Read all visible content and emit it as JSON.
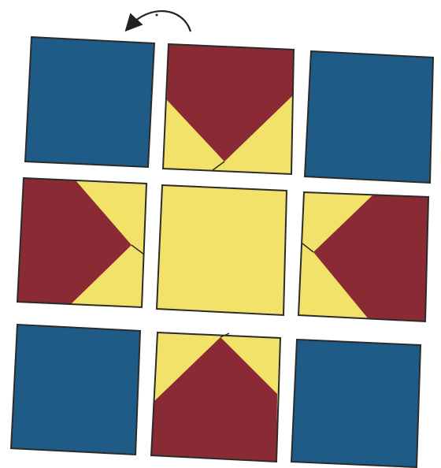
{
  "colors": {
    "background": "#ffffff",
    "blue": "#1e5b86",
    "maroon": "#8a2a34",
    "yellow": "#f2e26a",
    "outline": "#2b2b2b",
    "arrow": "#222222"
  },
  "diagram": {
    "grid": "3x3",
    "rotation_arrow": "counterclockwise-arrow",
    "tiles": [
      {
        "row": 1,
        "col": 1,
        "kind": "solid",
        "color": "blue"
      },
      {
        "row": 1,
        "col": 2,
        "kind": "flying-geese",
        "point": "down"
      },
      {
        "row": 1,
        "col": 3,
        "kind": "solid",
        "color": "blue"
      },
      {
        "row": 2,
        "col": 1,
        "kind": "flying-geese",
        "point": "right"
      },
      {
        "row": 2,
        "col": 2,
        "kind": "solid",
        "color": "yellow"
      },
      {
        "row": 2,
        "col": 3,
        "kind": "flying-geese",
        "point": "left"
      },
      {
        "row": 3,
        "col": 1,
        "kind": "solid",
        "color": "blue"
      },
      {
        "row": 3,
        "col": 2,
        "kind": "flying-geese",
        "point": "up"
      },
      {
        "row": 3,
        "col": 3,
        "kind": "solid",
        "color": "blue"
      }
    ]
  }
}
